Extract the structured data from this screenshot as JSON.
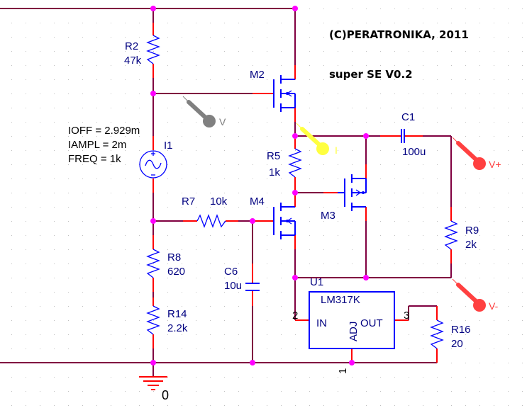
{
  "header": {
    "copyright": "(C)PERATRONIKA, 2011",
    "project": "super SE V0.2"
  },
  "colors": {
    "wire": "#800040",
    "pin_lead": "#ff0000",
    "part": "#0000ff",
    "label": "#000080",
    "junction": "#ff00ff",
    "probe_voltage_gray": "#808080",
    "probe_current": "#ffff40",
    "probe_diff": "#ff4040"
  },
  "parts": {
    "R2": {
      "ref": "R2",
      "value": "47k"
    },
    "R5": {
      "ref": "R5",
      "value": "1k"
    },
    "R7": {
      "ref": "R7",
      "value": "10k"
    },
    "R8": {
      "ref": "R8",
      "value": "620"
    },
    "R9": {
      "ref": "R9",
      "value": "2k"
    },
    "R14": {
      "ref": "R14",
      "value": "2.2k"
    },
    "R16": {
      "ref": "R16",
      "value": "20"
    },
    "C1": {
      "ref": "C1",
      "value": "100u"
    },
    "C6": {
      "ref": "C6",
      "value": "10u"
    },
    "M2": {
      "ref": "M2"
    },
    "M3": {
      "ref": "M3"
    },
    "M4": {
      "ref": "M4"
    },
    "I1": {
      "ref": "I1",
      "params": [
        "IOFF = 2.929m",
        "IAMPL = 2m",
        "FREQ = 1k"
      ]
    },
    "U1": {
      "ref": "U1",
      "model": "LM317K",
      "pin_in": "IN",
      "pin_out": "OUT",
      "pin_adj": "ADJ",
      "pin_num_in": "2",
      "pin_num_out": "3",
      "pin_num_adj": "1"
    }
  },
  "ground": {
    "label": "0"
  },
  "probes": {
    "voltage": {
      "label": "V"
    },
    "current": {
      "label": "I"
    },
    "vplus": {
      "label": "V+"
    },
    "vminus": {
      "label": "V-"
    }
  }
}
